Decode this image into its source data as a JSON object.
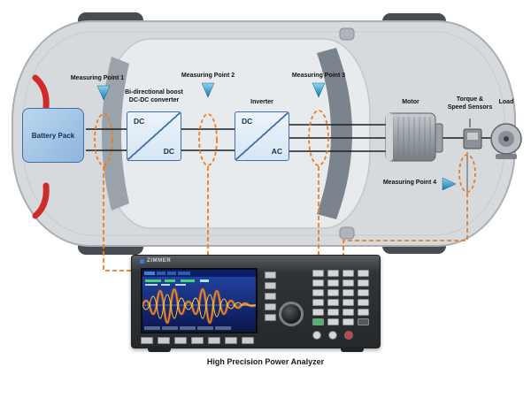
{
  "diagram": {
    "measuring_points": {
      "mp1": "Measuring Point 1",
      "mp2": "Measuring Point 2",
      "mp3": "Measuring Point 3",
      "mp4": "Measuring Point 4"
    },
    "battery": {
      "label": "Battery Pack"
    },
    "dcdc_converter": {
      "title_line1": "Bi-directional boost",
      "title_line2": "DC-DC converter",
      "port_top": "DC",
      "port_bottom": "DC"
    },
    "inverter": {
      "title": "Inverter",
      "port_top": "DC",
      "port_bottom": "AC"
    },
    "motor": {
      "label": "Motor"
    },
    "sensors": {
      "label_line1": "Torque &",
      "label_line2": "Speed Sensors"
    },
    "load": {
      "label": "Load"
    },
    "analyzer": {
      "brand": "ZIMMER",
      "caption": "High Precision Power Analyzer"
    },
    "colors": {
      "accent_orange": "#ee7c20",
      "marker_blue": "#2f9fd6",
      "component_border_blue": "#3f6fa6",
      "battery_fill": "#9cc0e4",
      "car_body_gray": "#d6dadd",
      "screen_blue": "#16348c",
      "wave_orange": "#ff8a1e",
      "wave_yellow": "#ffd23e",
      "tail_light_red": "#cf2b2b"
    }
  }
}
